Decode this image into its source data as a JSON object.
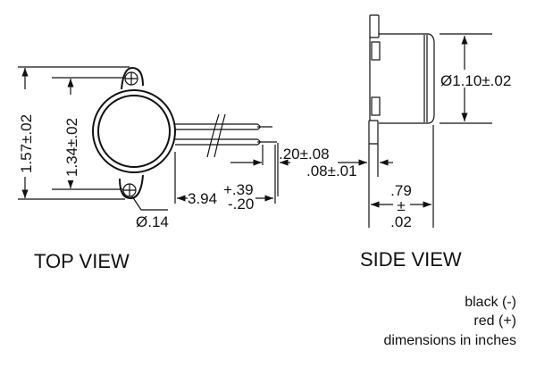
{
  "top_view": {
    "label": "TOP VIEW",
    "dim_overall_height": "1.57±.02",
    "dim_hole_spacing": "1.34±.02",
    "dim_hole_diameter": "Ø.14",
    "dim_lead_length_nominal": "3.94",
    "dim_lead_length_plus": "+.39",
    "dim_lead_length_minus": "-.20",
    "dim_lead_strip": ".20±.08"
  },
  "side_view": {
    "label": "SIDE VIEW",
    "dim_body_diameter": "Ø1.10±.02",
    "dim_flange_thickness": ".08±.01",
    "dim_depth_nominal": ".79",
    "dim_depth_pm": "±",
    "dim_depth_tol": ".02"
  },
  "notes": [
    "black (-)",
    "red (+)",
    "dimensions in inches"
  ]
}
